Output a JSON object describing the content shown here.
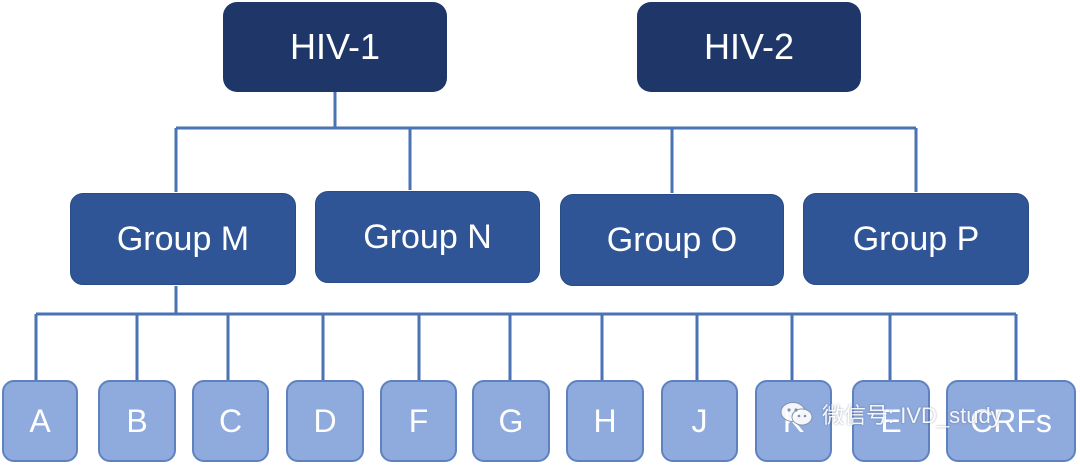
{
  "colors": {
    "line": "#4a73b5",
    "top_fill": "#1e3768",
    "mid_fill": "#2f5597",
    "leaf_fill": "#8faadc"
  },
  "types": {
    "hiv1": "HIV-1",
    "hiv2": "HIV-2"
  },
  "groups": {
    "m": "Group M",
    "n": "Group N",
    "o": "Group O",
    "p": "Group P"
  },
  "subtypes": [
    "A",
    "B",
    "C",
    "D",
    "F",
    "G",
    "H",
    "J",
    "K",
    "E",
    "CRFs"
  ],
  "watermark": {
    "icon": "wechat-icon",
    "text": "微信号: IVD_study"
  }
}
